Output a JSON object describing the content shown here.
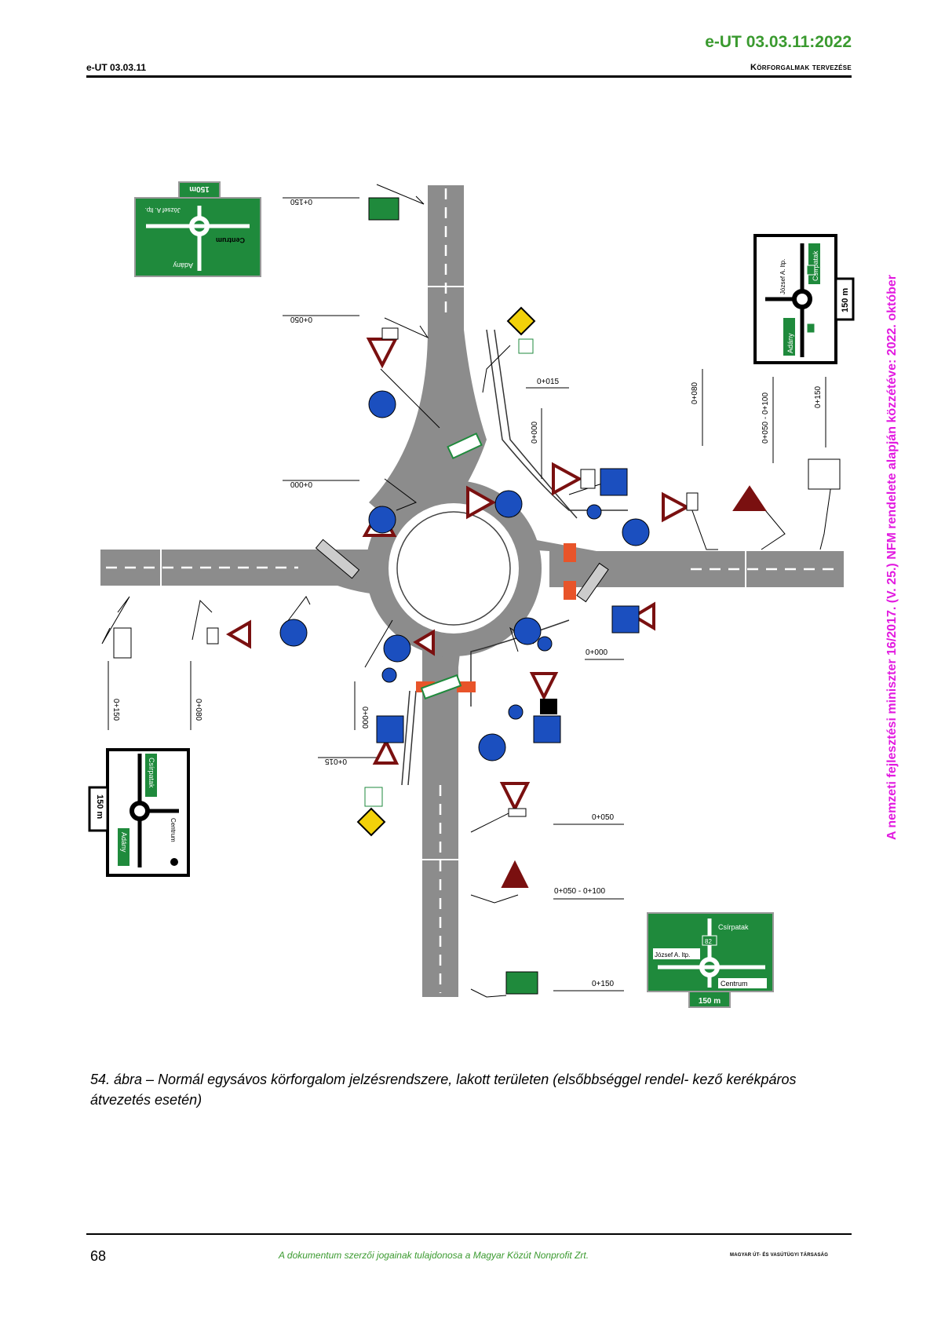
{
  "header": {
    "doc_code": "e-UT 03.03.11",
    "doc_code_full": "e-UT 03.03.11:2022",
    "title": "Körforgalmak tervezése"
  },
  "side_note": "A nemzeti fejlesztési miniszter 16/2017. (V. 25.) NFM rendelete alapján közzétéve: 2022. október",
  "figure": {
    "chainages": {
      "north_150": "0+150",
      "north_050": "0+050",
      "north_000": "0+000",
      "ne_015": "0+015",
      "ne_000": "0+000",
      "east_080": "0+080",
      "east_050_100": "0+050 - 0+100",
      "east_150": "0+150",
      "west_150": "0+150",
      "west_080": "0+080",
      "se_000": "0+000",
      "south_000": "0+000",
      "south_015": "0+015",
      "south_050": "0+050",
      "south_050_100": "0+050 - 0+100",
      "south_150": "0+150"
    },
    "signs": {
      "dist_150": "150 m",
      "dist_150_b": "150m",
      "city_centrum": "Centrum",
      "city_csalpatak": "Csírpatak",
      "city_adony": "Adány",
      "city_jozsef": "József A. ltp.",
      "route_82": "82"
    }
  },
  "caption": "54. ábra – Normál egysávos körforgalom jelzésrendszere, lakott területen (elsőbbséggel rendel- kező kerékpáros átvezetés esetén)",
  "footer": {
    "page_number": "68",
    "copyright": "A dokumentum szerzői jogainak tulajdonosa a Magyar Közút Nonprofit Zrt.",
    "logo_text": "MAGYAR ÚT- ÉS VASÚTÜGYI TÁRSASÁG"
  },
  "colors": {
    "accent_green": "#3a9a2f",
    "side_note_magenta": "#e21ae0",
    "road_gray": "#8c8c8c",
    "sign_green": "#1f8a3c",
    "sign_blue": "#1b4fbf",
    "warning_red": "#c21b1b"
  }
}
